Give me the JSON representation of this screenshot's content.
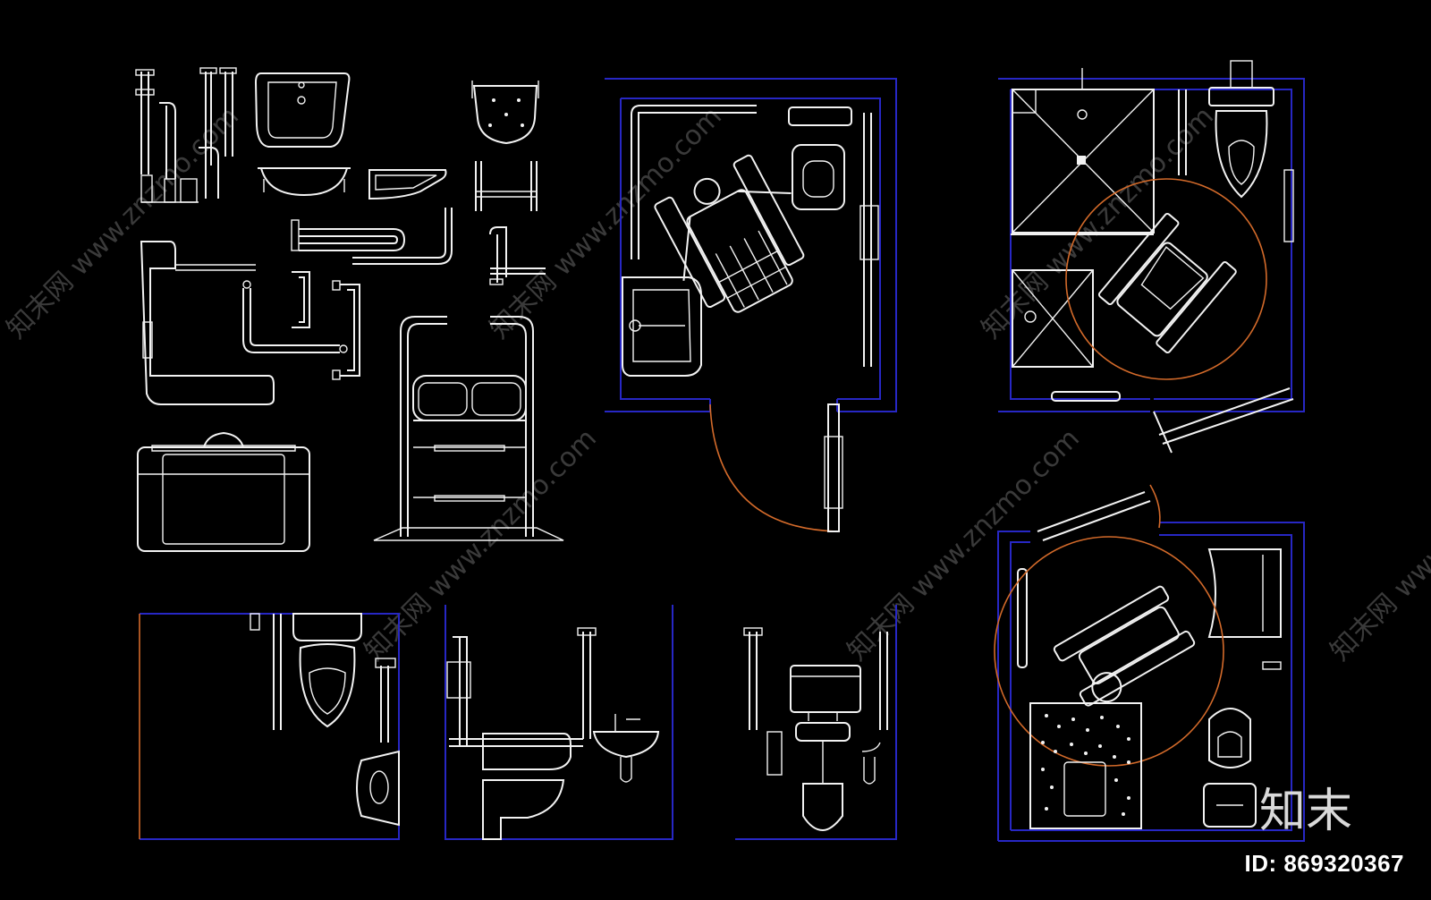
{
  "watermark": {
    "site_text": "www.znzmo.com",
    "brand_text": "知末网",
    "logo_text": "知末",
    "id_label": "ID: 869320367"
  },
  "colors": {
    "background": "#000000",
    "linework": "#f2f2f2",
    "walls": "#2727c4",
    "door_swing": "#d36a2a"
  },
  "layers": [
    "fixtures-library",
    "plan-small-toilet",
    "plan-toilet-shower",
    "plan-toilet-bath",
    "section-toilet",
    "section-wc-lavatory",
    "section-urinal"
  ]
}
